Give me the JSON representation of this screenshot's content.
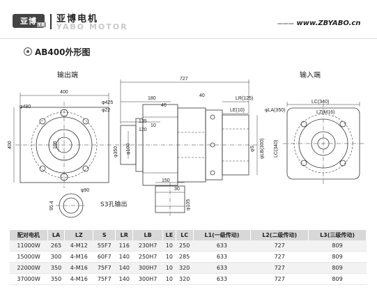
{
  "header": {
    "logo_text": "亚博",
    "logo_tag": "YB",
    "brand_cn": "亚博电机",
    "brand_en": "YABO MOTOR",
    "website": "www.ZBYABO.cn"
  },
  "page_title": "AB400外形图",
  "views": {
    "output_end": "输出端",
    "input_end": "输入端",
    "s3_label": "S3孔输出"
  },
  "dims": {
    "phi480": "φ480",
    "d400_top": "400",
    "d400_side": "400",
    "phi425": "φ425",
    "phi22": "φ22",
    "d106": "106",
    "d727": "727",
    "d180": "180",
    "d40a": "40",
    "d40b": "40",
    "d10": "10",
    "d135": "135",
    "d120": "120",
    "lr": "LR(125)",
    "le": "LE(10)",
    "phi350": "φ350",
    "phi100": "φ100",
    "phi_s": "φS",
    "phi_lb": "φLB(300)",
    "lc_side": "LC(340)",
    "phi_la": "φLA(350)",
    "lc_top": "LC(340)",
    "lz": "LZ(M16)",
    "d150": "150",
    "d30": "30",
    "phi105": "φ105",
    "d95": "95.4",
    "phi90": "φ90"
  },
  "table": {
    "headers": [
      "配对电机",
      "LA",
      "LZ",
      "S",
      "LR",
      "LB",
      "LE",
      "LC",
      "L1(一级传动)",
      "L2(二级传动)",
      "L3(三级传动)"
    ],
    "rows": [
      [
        "11000W",
        "265",
        "4-M12",
        "55F7",
        "116",
        "230H7",
        "10",
        "250",
        "633",
        "727",
        "809"
      ],
      [
        "15000W",
        "300",
        "4-M16",
        "60F7",
        "140",
        "250H7",
        "10",
        "285",
        "633",
        "727",
        "809"
      ],
      [
        "22000W",
        "350",
        "4-M16",
        "75F7",
        "140",
        "300H7",
        "10",
        "320",
        "633",
        "727",
        "809"
      ],
      [
        "37000W",
        "350",
        "4-M16",
        "75F7",
        "140",
        "300H7",
        "10",
        "320",
        "633",
        "727",
        "809"
      ]
    ]
  }
}
